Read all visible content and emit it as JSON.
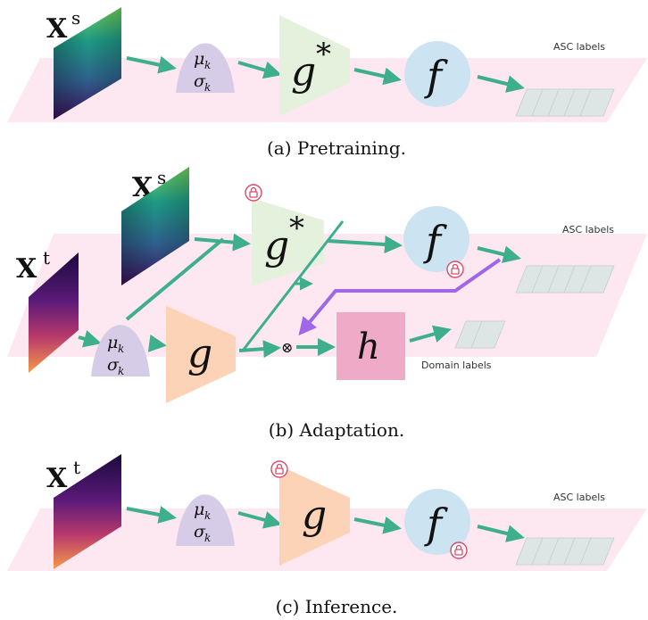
{
  "captions": {
    "a": "(a) Pretraining.",
    "b": "(b) Adaptation.",
    "c": "(c) Inference."
  },
  "symbols": {
    "xs_main": "X",
    "xs_sup": "s",
    "xt_main": "X",
    "xt_sup": "t",
    "mu": "μ",
    "sigma": "σ",
    "sub_k": "k",
    "g_star": "g",
    "star": "*",
    "g": "g",
    "f": "f",
    "h": "h",
    "otimes": "⊗"
  },
  "labels": {
    "asc": "ASC labels",
    "domain": "Domain labels"
  },
  "colors": {
    "plane": "#fde7f0",
    "arrow": "#3daf8c",
    "feedback_arrow": "#a066e8",
    "norm_block": "#d6cce8",
    "g_star_block": "#e4f1dc",
    "g_block": "#fdd3b8",
    "f_block": "#cce3f2",
    "h_block": "#eeaac7",
    "lock": "#d94a68",
    "label_card": "#dde6e4"
  },
  "icons": [
    "lock-icon"
  ]
}
